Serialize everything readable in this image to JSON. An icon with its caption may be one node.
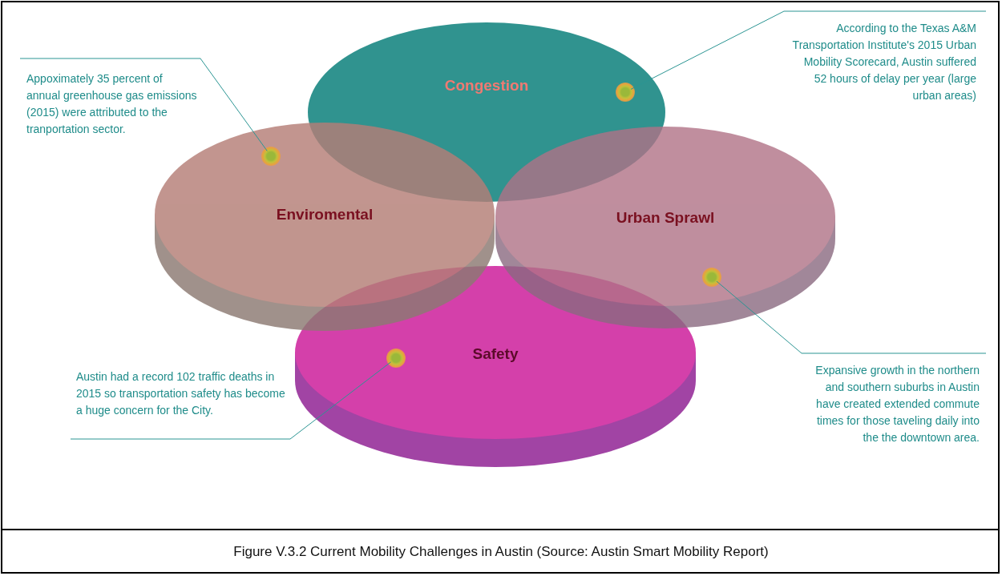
{
  "diagram": {
    "caption": "Figure V.3.2 Current Mobility Challenges in Austin (Source: Austin Smart Mobility Report)",
    "nodes": [
      {
        "text": [
          "Congestion"
        ]
      },
      {
        "text": [
          "Enviromental"
        ]
      },
      {
        "text": [
          "Urban Sprawl"
        ]
      },
      {
        "text": [
          "Safety"
        ]
      },
      {
        "text": [],
        "shape": "circle",
        "in": 0
      },
      {
        "text": [],
        "shape": "circle",
        "in": 1
      },
      {
        "text": [],
        "shape": "circle",
        "in": 2
      },
      {
        "text": [],
        "shape": "circle",
        "in": 3
      },
      {
        "text": [
          "Appoximately 35 percent of annual greenhouse gas emissions (2015) were attributed to the tranportation sector."
        ]
      },
      {
        "text": [
          "According to the Texas A&M Transportation Institute's 2015 Urban Mobility Scorecard, Austin suffered 52 hours of delay per year (large urban areas)"
        ]
      },
      {
        "text": [
          "Austin had a record 102 traffic deaths in 2015 so transportation safety has become a huge concern for the City."
        ]
      },
      {
        "text": [
          "Expansive growth in the northern and southern suburbs in Austin have created extended commute times for those taveling daily into the the downtown area."
        ]
      }
    ],
    "edges": [
      {
        "from": 8,
        "to": 5,
        "arrow": "none"
      },
      {
        "from": 9,
        "to": 4,
        "arrow": "none"
      },
      {
        "from": 10,
        "to": 7,
        "arrow": "none"
      },
      {
        "from": 11,
        "to": 6,
        "arrow": "none"
      }
    ]
  }
}
